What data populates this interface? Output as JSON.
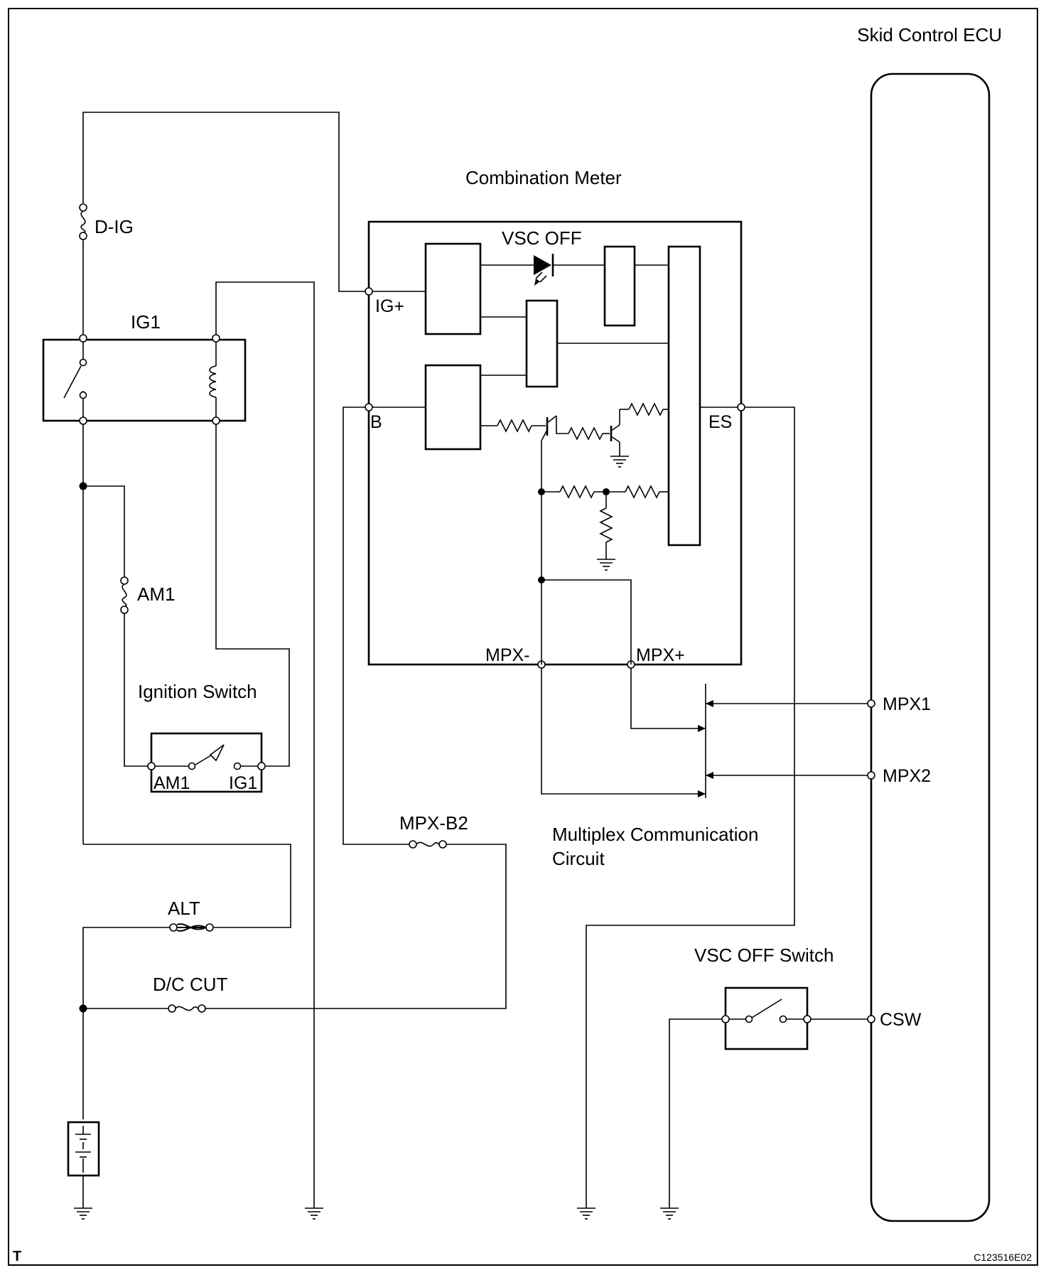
{
  "ecu": {
    "title": "Skid Control ECU",
    "pins": {
      "mpx1": "MPX1",
      "mpx2": "MPX2",
      "csw": "CSW"
    }
  },
  "meter": {
    "title": "Combination Meter",
    "indicator": "VSC OFF",
    "pins": {
      "ig_plus": "IG+",
      "b": "B",
      "es": "ES",
      "mpx_minus": "MPX-",
      "mpx_plus": "MPX+"
    }
  },
  "fuses": {
    "d_ig": "D-IG",
    "am1": "AM1",
    "mpx_b2": "MPX-B2",
    "alt": "ALT",
    "dc_cut": "D/C CUT"
  },
  "relay": {
    "ig1": "IG1"
  },
  "ignition_switch": {
    "title": "Ignition Switch",
    "pin_am1": "AM1",
    "pin_ig1": "IG1"
  },
  "multiplex": {
    "line1": "Multiplex Communication",
    "line2": "Circuit"
  },
  "vsc_switch": {
    "title": "VSC OFF Switch"
  },
  "corner": {
    "left": "T",
    "code": "C123516E02"
  }
}
